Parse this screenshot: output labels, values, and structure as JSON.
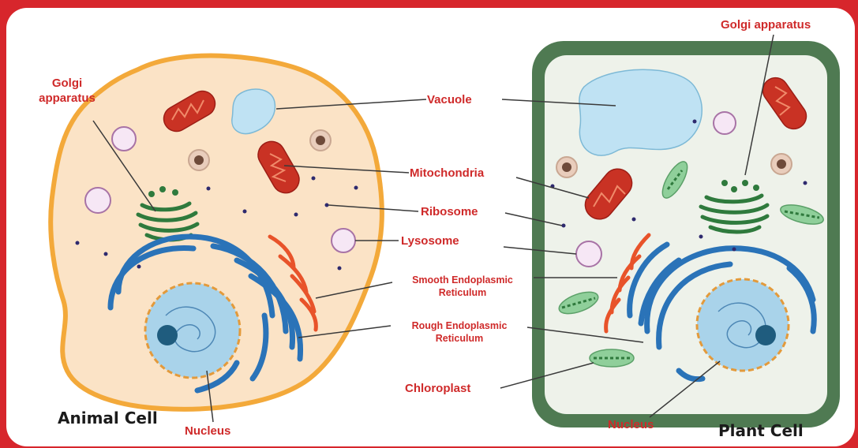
{
  "animal": {
    "title": "Animal Cell",
    "labels": {
      "golgi_line1": "Golgi",
      "golgi_line2": "apparatus",
      "nucleus": "Nucleus"
    }
  },
  "plant": {
    "title": "Plant Cell",
    "labels": {
      "golgi": "Golgi apparatus",
      "nucleus": "Nucleus"
    }
  },
  "shared_labels": {
    "vacuole": "Vacuole",
    "mitochondria": "Mitochondria",
    "ribosome": "Ribosome",
    "lysosome": "Lysosome",
    "smooth_er_line1": "Smooth Endoplasmic",
    "smooth_er_line2": "Reticulum",
    "rough_er_line1": "Rough Endoplasmic",
    "rough_er_line2": "Reticulum",
    "chloroplast": "Chloroplast"
  },
  "colors": {
    "frame": "#d7262c",
    "label_text": "#cf2a2a",
    "animal_membrane": "#f3a93a",
    "animal_cytoplasm": "#fbe3c6",
    "plant_wall": "#4f7a52",
    "plant_cytoplasm": "#eef2ea",
    "rough_er": "#2a73b8",
    "smooth_er": "#e8532a",
    "mitochondria": "#c93224",
    "golgi": "#2f7a3d",
    "nucleus": "#a9d3ea",
    "vacuole": "#bfe2f3",
    "chloroplast": "#8fcf9a",
    "lysosome": "#f6e7f5"
  }
}
